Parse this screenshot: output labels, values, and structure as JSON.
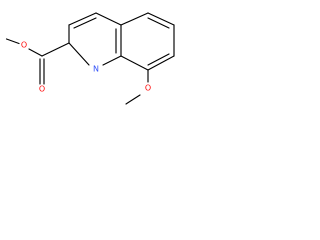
{
  "structure": {
    "atoms": {
      "ester_carbonyl_oxygen": "O",
      "ester_ether_oxygen": "O",
      "ring_nitrogen": "N",
      "methoxy_oxygen": "O"
    },
    "colors": {
      "bond": "#000000",
      "oxygen": "#ff0d0d",
      "nitrogen": "#3050f8",
      "background": "#ffffff"
    }
  }
}
